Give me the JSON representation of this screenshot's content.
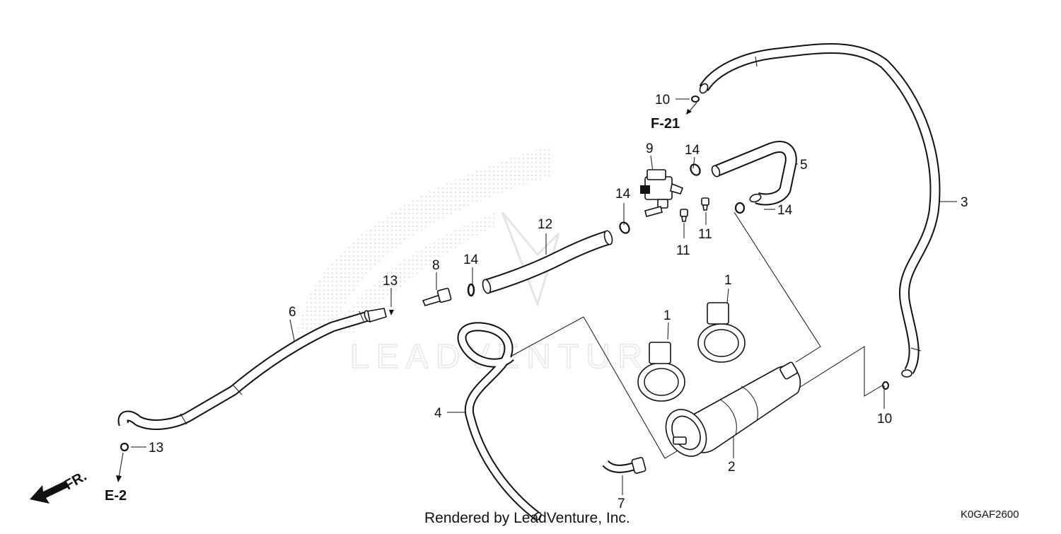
{
  "diagram": {
    "callouts": [
      {
        "id": "c1a",
        "text": "1"
      },
      {
        "id": "c1b",
        "text": "1"
      },
      {
        "id": "c2",
        "text": "2"
      },
      {
        "id": "c3",
        "text": "3"
      },
      {
        "id": "c4",
        "text": "4"
      },
      {
        "id": "c5",
        "text": "5"
      },
      {
        "id": "c6",
        "text": "6"
      },
      {
        "id": "c7",
        "text": "7"
      },
      {
        "id": "c8",
        "text": "8"
      },
      {
        "id": "c9",
        "text": "9"
      },
      {
        "id": "c10a",
        "text": "10"
      },
      {
        "id": "c10b",
        "text": "10"
      },
      {
        "id": "c11a",
        "text": "11"
      },
      {
        "id": "c11b",
        "text": "11"
      },
      {
        "id": "c12",
        "text": "12"
      },
      {
        "id": "c13a",
        "text": "13"
      },
      {
        "id": "c13b",
        "text": "13"
      },
      {
        "id": "c14a",
        "text": "14"
      },
      {
        "id": "c14b",
        "text": "14"
      },
      {
        "id": "c14c",
        "text": "14"
      },
      {
        "id": "c14d",
        "text": "14"
      }
    ],
    "references": {
      "f21": "F-21",
      "e2": "E-2",
      "front": "FR."
    },
    "footer": {
      "rendered_by": "Rendered by LeadVenture, Inc.",
      "diagram_code": "K0GAF2600"
    },
    "watermark": {
      "text": "LEADVENTURE"
    }
  }
}
